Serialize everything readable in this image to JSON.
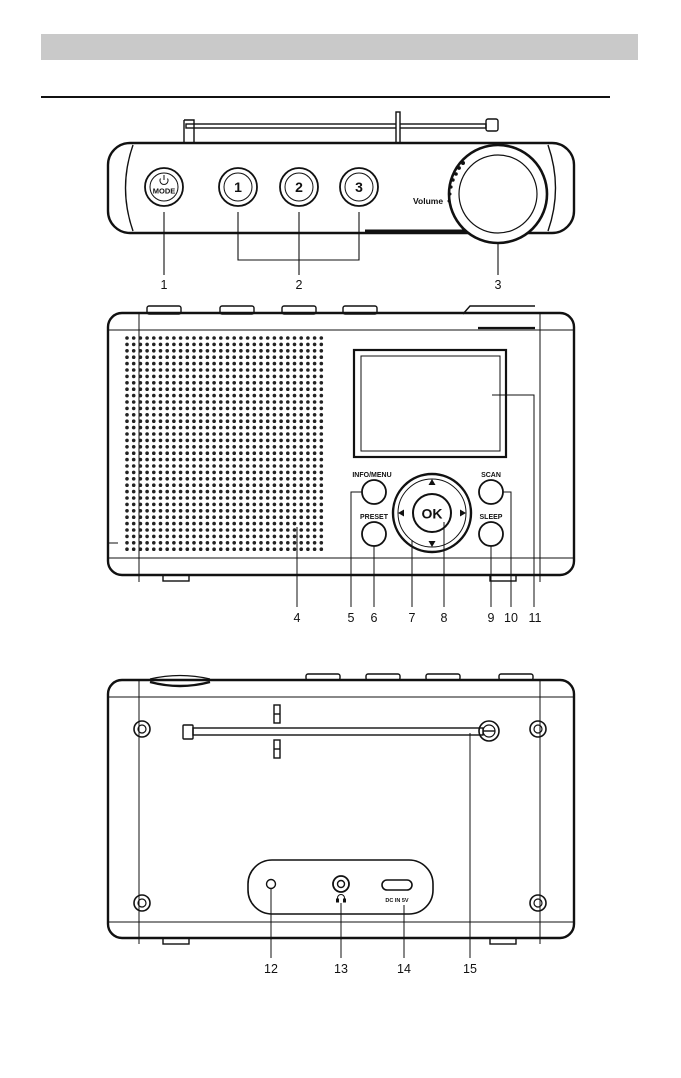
{
  "top_view": {
    "mode_button": "MODE",
    "preset_buttons": [
      "1",
      "2",
      "3"
    ],
    "volume_label": "Volume",
    "callouts": [
      "1",
      "2",
      "3"
    ]
  },
  "front_view": {
    "info_menu_button": "INFO/MENU",
    "preset_button": "PRESET",
    "ok_button": "OK",
    "scan_button": "SCAN",
    "sleep_button": "SLEEP",
    "callouts": [
      "4",
      "5",
      "6",
      "7",
      "8",
      "9",
      "10",
      "11"
    ]
  },
  "rear_view": {
    "dc_jack_label": "DC IN 5V",
    "callouts": [
      "12",
      "13",
      "14",
      "15"
    ]
  },
  "colors": {
    "line": "#111111",
    "header_bar": "#c9c9c9",
    "screen_fill": "#ffffff"
  },
  "icons": [
    "power-icon",
    "headphone-icon",
    "arrow-up-icon",
    "arrow-down-icon",
    "arrow-left-icon",
    "arrow-right-icon"
  ]
}
